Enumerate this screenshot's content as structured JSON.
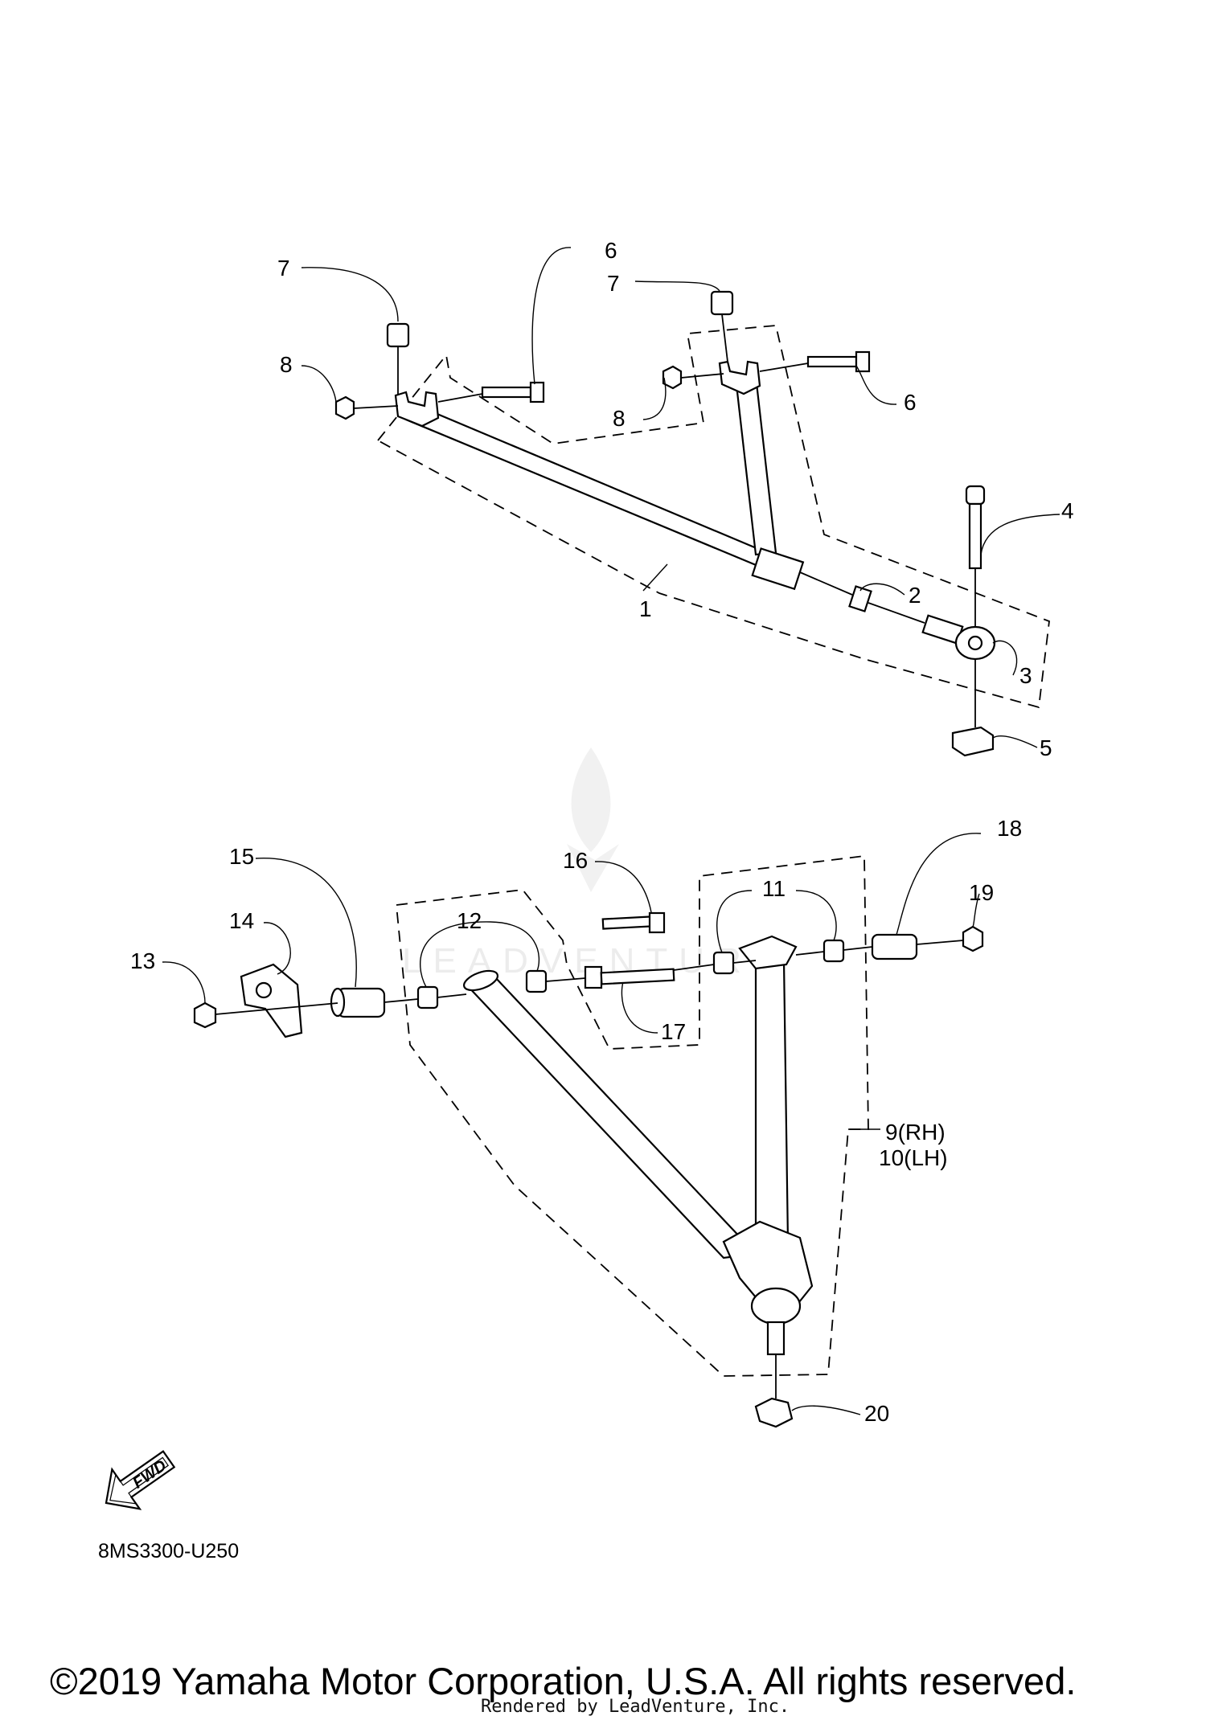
{
  "callouts": {
    "c1": "1",
    "c2": "2",
    "c3": "3",
    "c4": "4",
    "c5": "5",
    "c6a": "6",
    "c6b": "6",
    "c7a": "7",
    "c7b": "7",
    "c8a": "8",
    "c8b": "8",
    "c9": "9(RH)",
    "c10": "10(LH)",
    "c11": "11",
    "c12": "12",
    "c13": "13",
    "c14": "14",
    "c15": "15",
    "c16": "16",
    "c17": "17",
    "c18": "18",
    "c19": "19",
    "c20": "20"
  },
  "fwd_label": "FWD",
  "diagram_code": "8MS3300-U250",
  "copyright": "©2019 Yamaha Motor Corporation, U.S.A. All rights reserved.",
  "rendered_by": "Rendered by LeadVenture, Inc.",
  "watermark": "LEADVENTURE",
  "colors": {
    "ink": "#000000",
    "background": "#ffffff",
    "watermark": "#ececec"
  }
}
